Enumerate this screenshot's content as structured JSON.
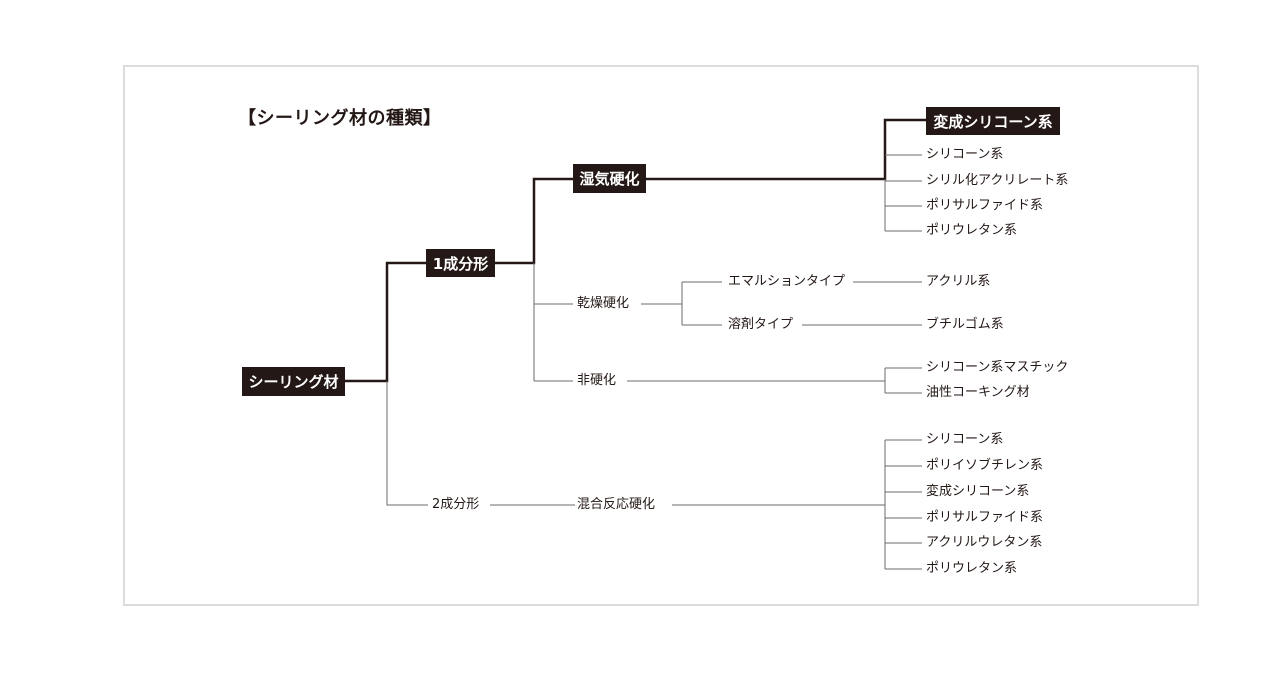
{
  "title": "【シーリング材の種類】",
  "root": "シーリング材",
  "one_component": "1成分形",
  "two_component": "2成分形",
  "moisture_cure": "湿気硬化",
  "dry_cure": "乾燥硬化",
  "non_cure": "非硬化",
  "mixed_cure": "混合反応硬化",
  "emulsion": "エマルションタイプ",
  "solvent": "溶剤タイプ",
  "acrylic": "アクリル系",
  "butyl": "ブチルゴム系",
  "moisture_items": [
    "変成シリコーン系",
    "シリコーン系",
    "シリル化アクリレート系",
    "ポリサルファイド系",
    "ポリウレタン系"
  ],
  "noncure_items": [
    "シリコーン系マスチック",
    "油性コーキング材"
  ],
  "mixed_items": [
    "シリコーン系",
    "ポリイソブチレン系",
    "変成シリコーン系",
    "ポリサルファイド系",
    "アクリルウレタン系",
    "ポリウレタン系"
  ]
}
